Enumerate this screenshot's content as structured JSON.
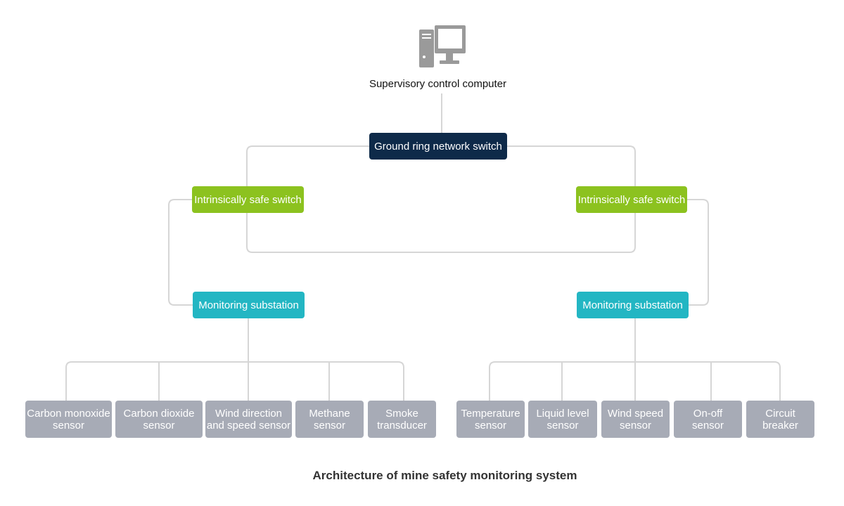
{
  "diagram": {
    "root": {
      "label": "Supervisory control computer",
      "icon": "desktop-computer-icon"
    },
    "ground_switch": {
      "label": "Ground ring network switch",
      "color": "#0e2a49"
    },
    "safe_switches": [
      {
        "label": "Intrinsically safe switch"
      },
      {
        "label": "Intrinsically safe switch"
      }
    ],
    "substations": [
      {
        "label": "Monitoring substation"
      },
      {
        "label": "Monitoring substation"
      }
    ],
    "left_sensors": [
      {
        "label": "Carbon monoxide\nsensor"
      },
      {
        "label": "Carbon dioxide\nsensor"
      },
      {
        "label": "Wind direction\nand speed sensor"
      },
      {
        "label": "Methane\nsensor"
      },
      {
        "label": "Smoke\ntransducer"
      }
    ],
    "right_sensors": [
      {
        "label": "Temperature\nsensor"
      },
      {
        "label": "Liquid level\nsensor"
      },
      {
        "label": "Wind speed\nsensor"
      },
      {
        "label": "On-off\nsensor"
      },
      {
        "label": "Circuit\nbreaker"
      }
    ],
    "caption": "Architecture of mine safety monitoring system",
    "colors": {
      "navy": "#0e2a49",
      "green": "#8cc21f",
      "teal": "#23b6c3",
      "gray": "#a7abb6",
      "line": "#d6d6d6",
      "icon": "#9a9a9a"
    }
  }
}
